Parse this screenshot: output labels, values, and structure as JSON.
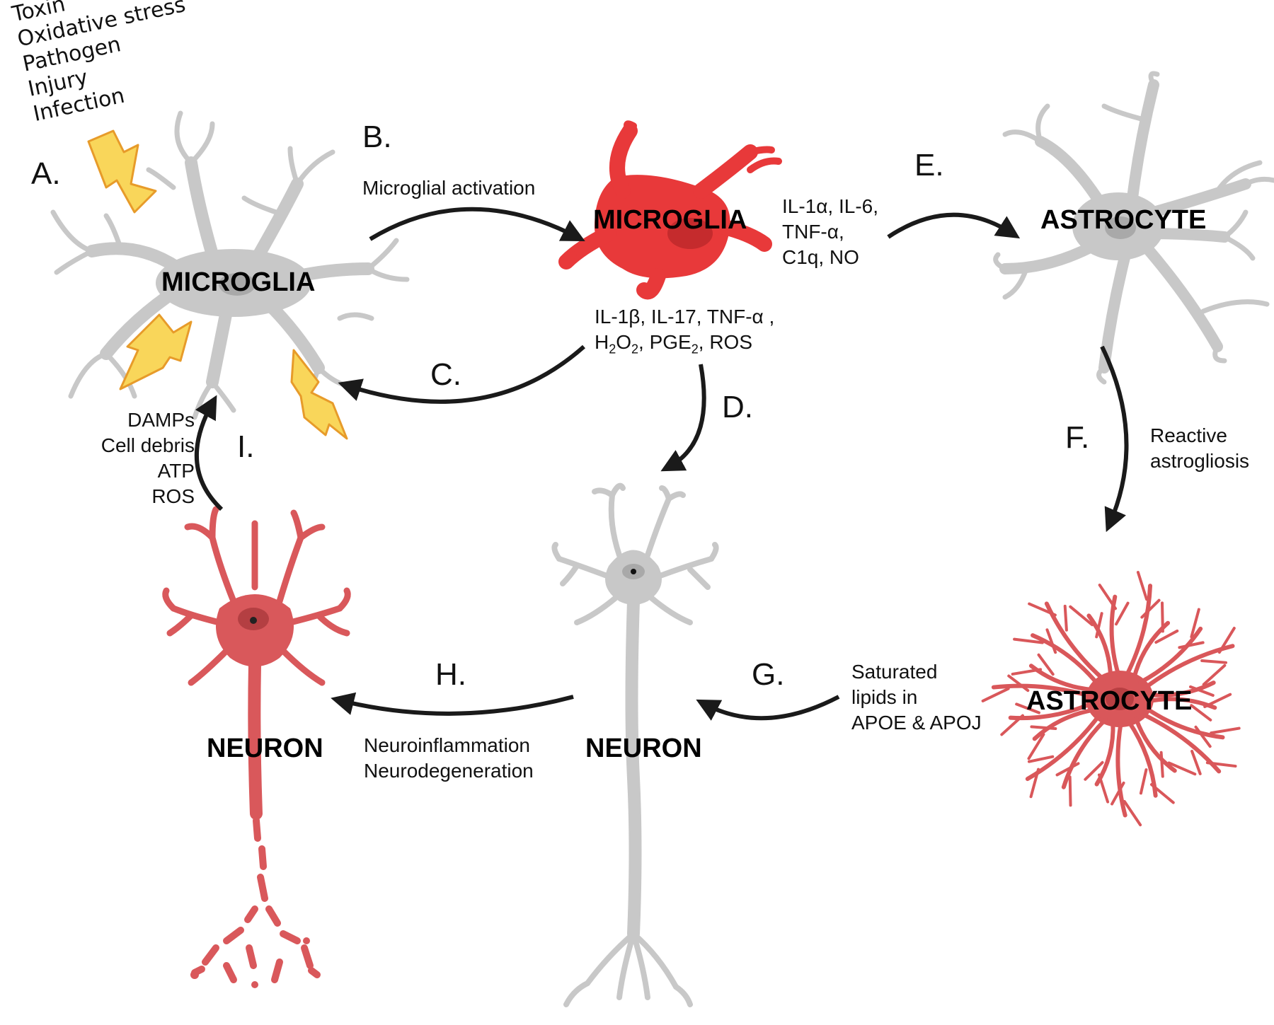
{
  "stressors": [
    "Toxin",
    "Oxidative stress",
    "Pathogen",
    "Injury",
    "Infection"
  ],
  "steps": {
    "A": "A.",
    "B": "B.",
    "C": "C.",
    "D": "D.",
    "E": "E.",
    "F": "F.",
    "G": "G.",
    "H": "H.",
    "I": "I."
  },
  "cells": {
    "microglia_resting": "MICROGLIA",
    "microglia_active": "MICROGLIA",
    "astrocyte_resting": "ASTROCYTE",
    "astrocyte_reactive": "ASTROCYTE",
    "neuron_healthy": "NEURON",
    "neuron_damaged": "NEURON"
  },
  "annotations": {
    "b_label": "Microglial activation",
    "e_factors": [
      "IL-1α, IL-6,",
      "TNF-α,",
      "C1q, NO"
    ],
    "c_factors_line1": "IL-1β, IL-17, TNF-α ,",
    "c_factors_line2": {
      "a": "H",
      "b": "2",
      "c": "O",
      "d": "2",
      "e": ", PGE",
      "f": "2",
      "g": ", ROS"
    },
    "f_label": [
      "Reactive",
      "astrogliosis"
    ],
    "g_label": [
      "Saturated",
      "lipids in",
      "APOE & APOJ"
    ],
    "h_label": [
      "Neuroinflammation",
      "Neurodegeneration"
    ],
    "i_label": [
      "DAMPs",
      "Cell debris",
      "ATP",
      "ROS"
    ]
  },
  "colors": {
    "resting_cell": "#c8c8c8",
    "resting_nucleus": "#a9a9a9",
    "activated_microglia": "#e8393a",
    "reactive_astrocyte": "#d9575a",
    "damaged_neuron": "#d9585b",
    "lightning_fill": "#f9d65a",
    "lightning_stroke": "#e79b2a",
    "arrow": "#1a1a1a"
  }
}
